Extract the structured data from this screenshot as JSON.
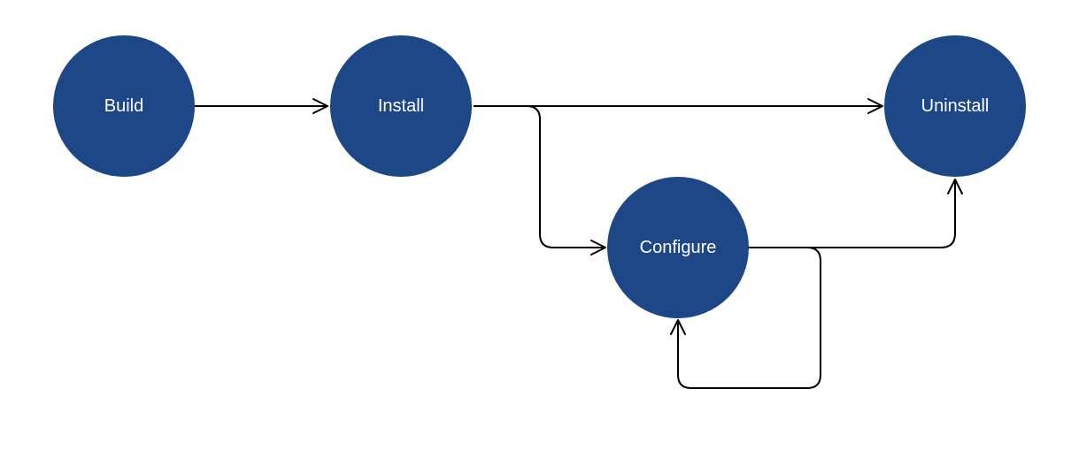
{
  "colors": {
    "node_fill": "#1e4788",
    "node_text": "#ffffff",
    "edge": "#000000",
    "background": "#ffffff"
  },
  "nodes": [
    {
      "id": "build",
      "label": "Build"
    },
    {
      "id": "install",
      "label": "Install"
    },
    {
      "id": "uninstall",
      "label": "Uninstall"
    },
    {
      "id": "configure",
      "label": "Configure"
    }
  ],
  "edges": [
    {
      "from": "build",
      "to": "install"
    },
    {
      "from": "install",
      "to": "uninstall"
    },
    {
      "from": "install",
      "to": "configure"
    },
    {
      "from": "configure",
      "to": "uninstall"
    },
    {
      "from": "configure",
      "to": "configure"
    }
  ]
}
